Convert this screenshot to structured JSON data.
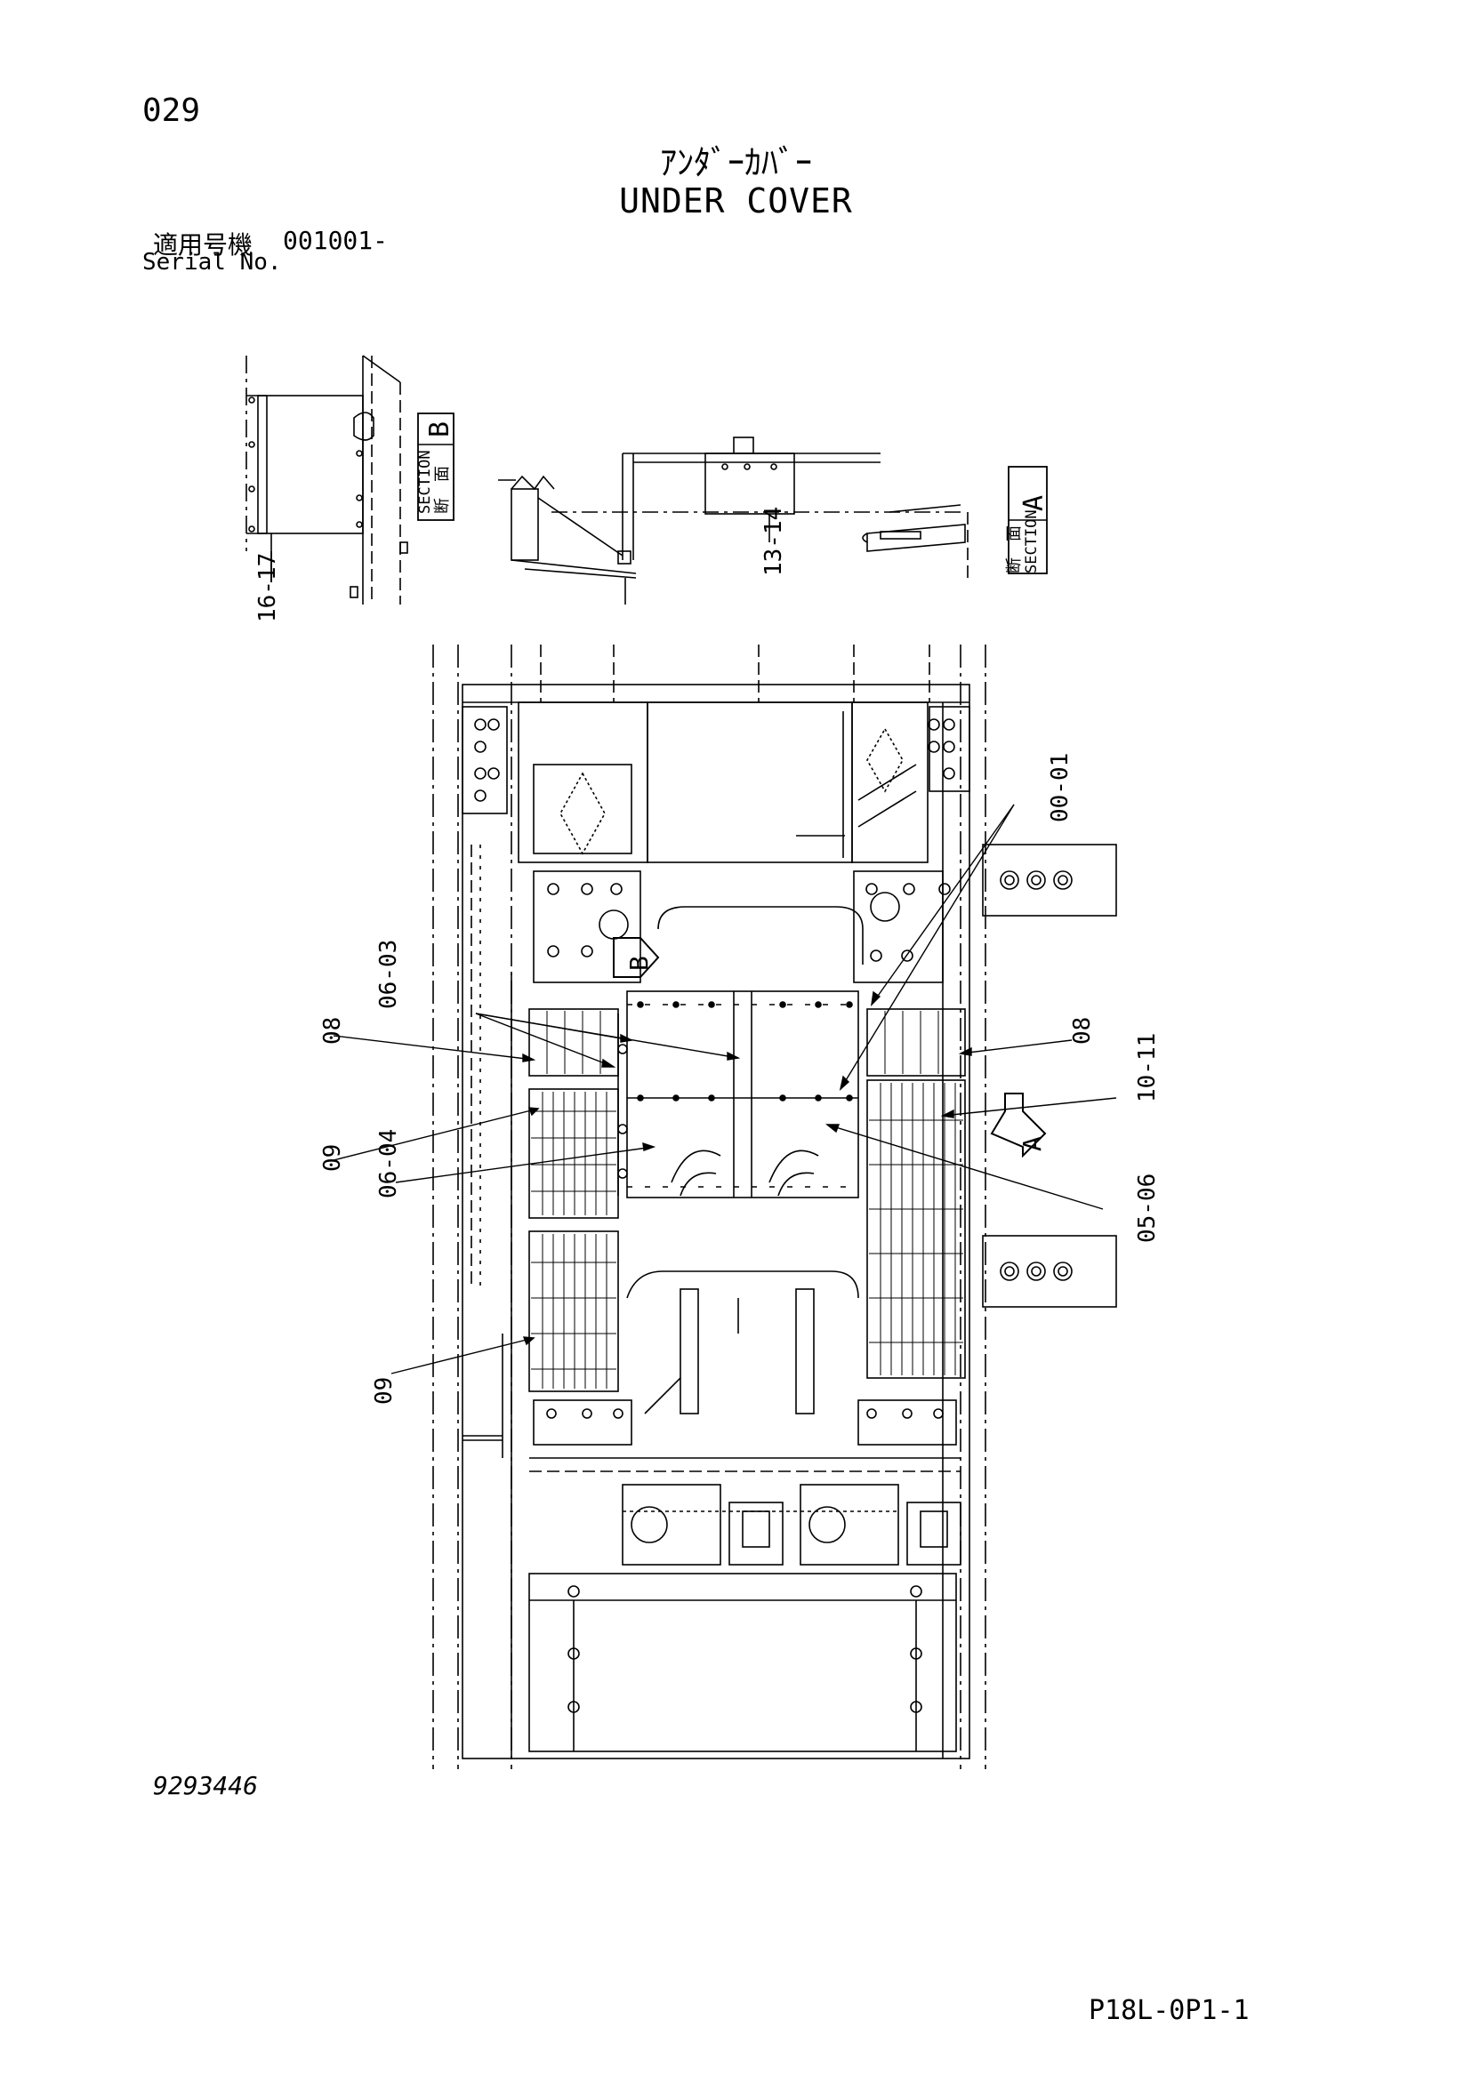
{
  "page_number": "029",
  "title_jp": "ｱﾝﾀﾞｰｶﾊﾞｰ",
  "title_en": "UNDER COVER",
  "serial": {
    "label_jp": "適用号機",
    "value": "001001-",
    "label_en": "Serial No."
  },
  "sections": {
    "b": {
      "jp": "断　面",
      "en": "SECTION",
      "letter": "B"
    },
    "a": {
      "jp": "断　面",
      "en": "SECTION",
      "letter": "A"
    }
  },
  "view_markers": {
    "b": "B",
    "a": "A"
  },
  "callouts": {
    "c1617": "16-17",
    "c1314": "13-14",
    "c0001": "00-01",
    "c0603": "06-03",
    "c08l": "08",
    "c08r": "08",
    "c1011": "10-11",
    "c09a": "09",
    "c0604": "06-04",
    "c0506": "05-06",
    "c09b": "09"
  },
  "drawing_number": "9293446",
  "sheet_code": "P18L-0P1-1"
}
